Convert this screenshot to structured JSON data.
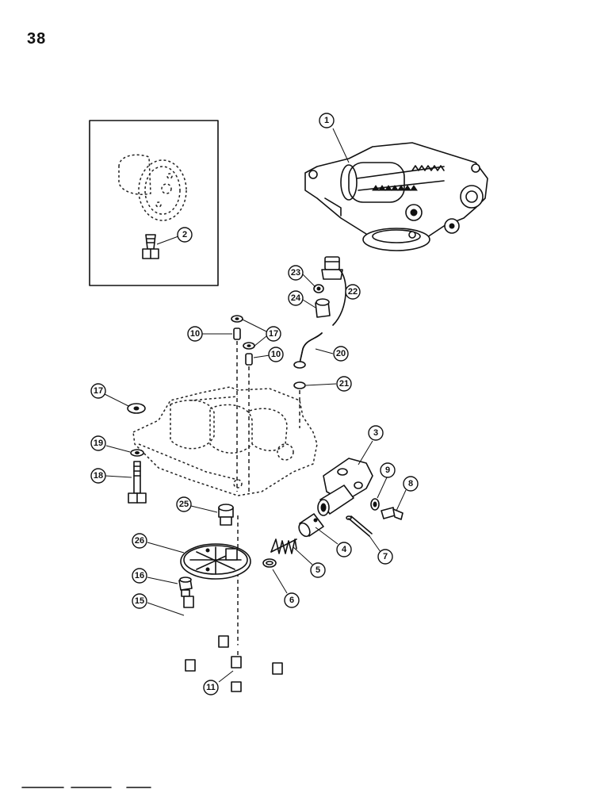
{
  "page": {
    "number": "38"
  },
  "colors": {
    "ink": "#111111",
    "paper": "#ffffff"
  },
  "callouts": [
    {
      "id": "c1",
      "label": "1"
    },
    {
      "id": "c2",
      "label": "2"
    },
    {
      "id": "c3",
      "label": "3"
    },
    {
      "id": "c4",
      "label": "4"
    },
    {
      "id": "c5",
      "label": "5"
    },
    {
      "id": "c6",
      "label": "6"
    },
    {
      "id": "c7",
      "label": "7"
    },
    {
      "id": "c8",
      "label": "8"
    },
    {
      "id": "c9",
      "label": "9"
    },
    {
      "id": "c10a",
      "label": "10"
    },
    {
      "id": "c10b",
      "label": "10"
    },
    {
      "id": "c11",
      "label": "11"
    },
    {
      "id": "c15",
      "label": "15"
    },
    {
      "id": "c16",
      "label": "16"
    },
    {
      "id": "c17a",
      "label": "17"
    },
    {
      "id": "c17b",
      "label": "17"
    },
    {
      "id": "c18",
      "label": "18"
    },
    {
      "id": "c19",
      "label": "19"
    },
    {
      "id": "c20",
      "label": "20"
    },
    {
      "id": "c21",
      "label": "21"
    },
    {
      "id": "c22",
      "label": "22"
    },
    {
      "id": "c23",
      "label": "23"
    },
    {
      "id": "c24",
      "label": "24"
    },
    {
      "id": "c25",
      "label": "25"
    },
    {
      "id": "c26",
      "label": "26"
    }
  ]
}
